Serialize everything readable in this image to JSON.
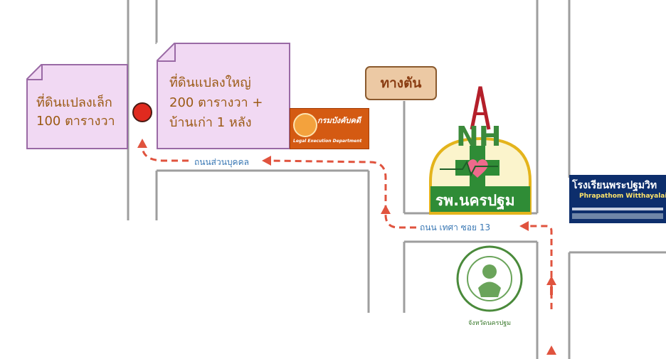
{
  "plots": {
    "small": {
      "line1": "ที่ดินแปลงเล็ก",
      "line2": "100 ตารางวา"
    },
    "large": {
      "line1": "ที่ดินแปลงใหญ่",
      "line2": "200 ตารางวา +",
      "line3": "บ้านเก่า 1 หลัง"
    }
  },
  "dead_end_label": "ทางตัน",
  "roads": {
    "suan_bukkhon": "ถนนส่วนบุคคล",
    "thesa_soi_13": "ถนน เทศา ซอย 13"
  },
  "legal_execution": {
    "thai_name": "กรมบังคับคดี",
    "english_name": "Legal Execution Department"
  },
  "hospital": {
    "name": "รพ.นครปฐม"
  },
  "provincial_office": {
    "caption": "จังหวัดนครปฐม"
  },
  "school": {
    "thai_name": "โรงเรียนพระปฐมวิท",
    "english_name": "Phrapathom Witthayalai"
  },
  "colors": {
    "road_line": "#9e9e9e",
    "route_arrow": "#e0533e",
    "location_marker": "#e02a1f",
    "note_fill": "#f1d9f3",
    "hospital_green": "#2f8c36"
  }
}
